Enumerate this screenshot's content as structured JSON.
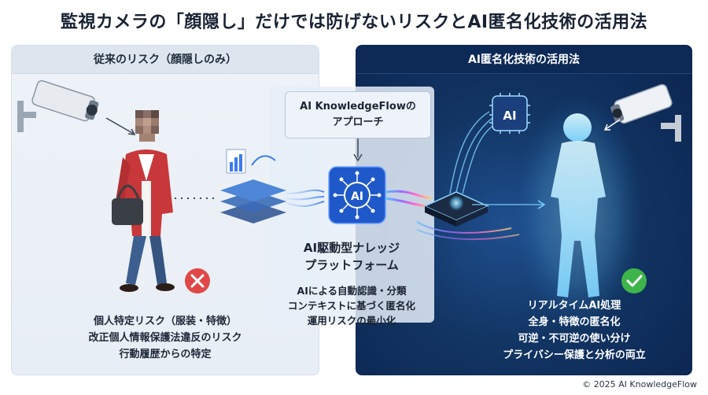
{
  "title": "監視カメラの「顔隠し」だけでは防げないリスクとAI匿名化技術の活用法",
  "left_panel": {
    "heading": "従来のリスク（顔隠しのみ）",
    "risks": [
      "個人特定リスク（服装・特徴）",
      "改正個人情報保護法違反のリスク",
      "行動履歴からの特定"
    ]
  },
  "middle": {
    "callout_line1": "AI KnowledgeFlowの",
    "callout_line2": "アプローチ",
    "chip_label": "AI",
    "platform_line1": "AI駆動型ナレッジ",
    "platform_line2": "プラットフォーム",
    "features": [
      "AIによる自動認識・分類",
      "コンテキストに基づく匿名化",
      "運用リスクの最小化"
    ]
  },
  "right_panel": {
    "heading": "AI匿名化技術の活用法",
    "chip_label": "AI",
    "features": [
      "リアルタイムAI処理",
      "全身・特徴の匿名化",
      "可逆・不可逆の使い分け",
      "プライバシー保護と分析の両立"
    ]
  },
  "colors": {
    "risk_red": "#e04848",
    "ok_green": "#3db54a",
    "dark_navy": "#0b2450",
    "accent_blue": "#2e6fd8"
  },
  "icons": [
    "security-camera-icon",
    "cross-icon",
    "check-icon",
    "ai-chip-icon",
    "ai-network-icon"
  ],
  "copyright": "© 2025 AI KnowledgeFlow"
}
